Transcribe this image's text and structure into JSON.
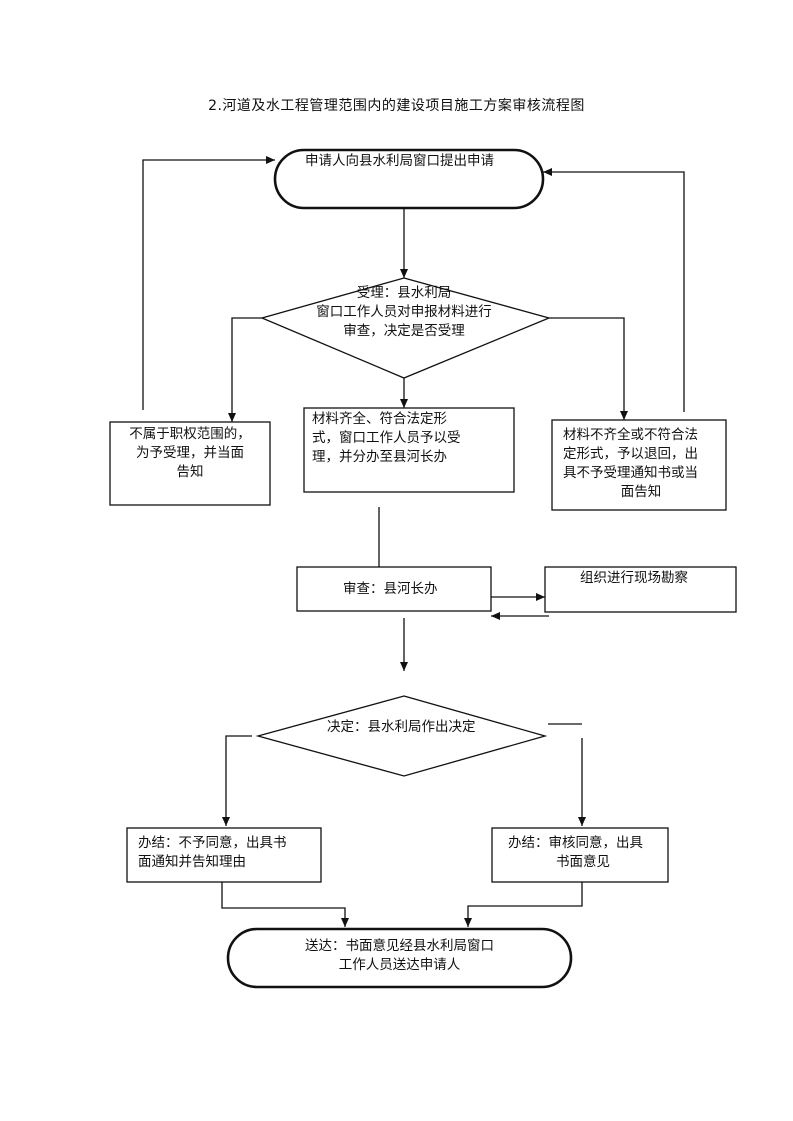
{
  "title": "2.河道及水工程管理范围内的建设项目施工方案审核流程图",
  "nodes": {
    "start": "申请人向县水利局窗口提出申请",
    "accept_decision": [
      "受理：县水利局",
      "窗口工作人员对申报材料进行",
      "审查，决定是否受理"
    ],
    "not_in_scope": [
      "不属于职权范围的，",
      "为予受理，并当面",
      "告知"
    ],
    "materials_complete": [
      "材料齐全、符合法定形",
      "式，窗口工作人员予以受",
      "理，并分办至县河长办"
    ],
    "materials_incomplete": [
      "材料不齐全或不符合法",
      "定形式，予以退回，出",
      "具不予受理通知书或当",
      "面告知"
    ],
    "review": "审查：县河长办",
    "site_survey": "组织进行现场勘察",
    "decision": "决定：县水利局作出决定",
    "disagree": [
      "办结：不予同意，出具书",
      "面通知并告知理由"
    ],
    "agree": [
      "办结：审核同意，出具",
      "书面意见"
    ],
    "delivery": [
      "送达：书面意见经县水利局窗口",
      "工作人员送达申请人"
    ]
  }
}
